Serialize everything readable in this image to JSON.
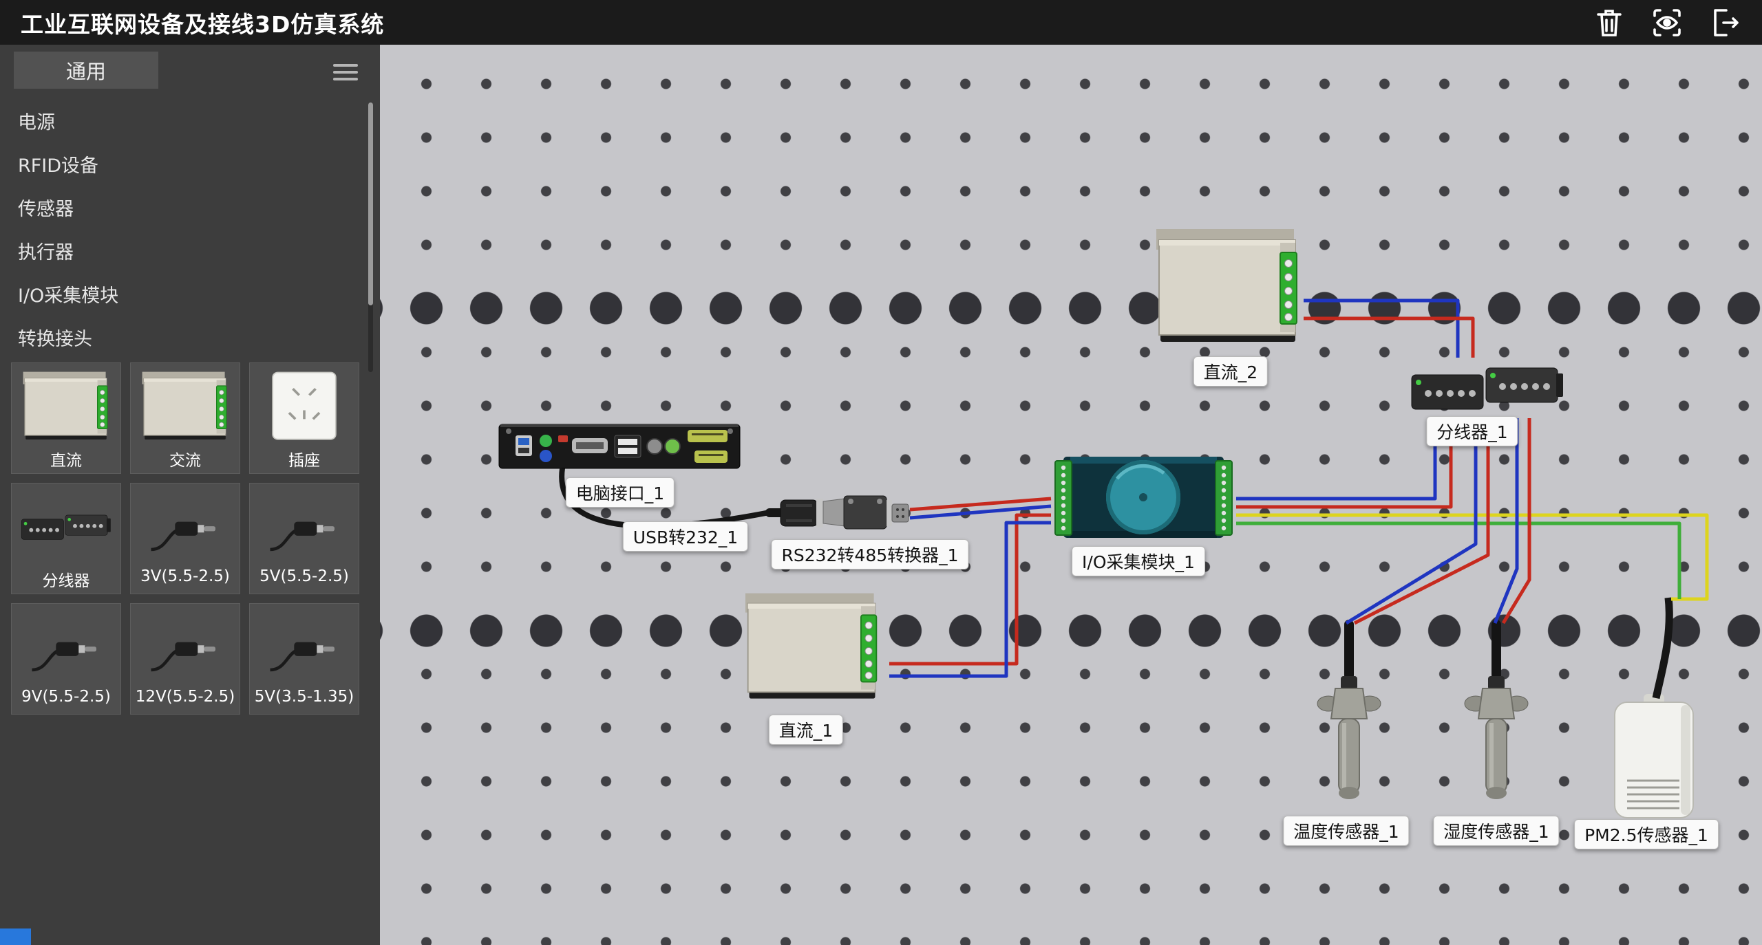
{
  "header": {
    "title": "工业互联网设备及接线3D仿真系统",
    "actions": [
      {
        "name": "delete",
        "icon": "trash-icon"
      },
      {
        "name": "view",
        "icon": "eye-icon"
      },
      {
        "name": "exit",
        "icon": "exit-icon"
      }
    ]
  },
  "sidebar": {
    "tab_label": "通用",
    "menu_items": [
      {
        "label": "电源"
      },
      {
        "label": "RFID设备"
      },
      {
        "label": "传感器"
      },
      {
        "label": "执行器"
      },
      {
        "label": "I/O采集模块"
      },
      {
        "label": "转换接头"
      }
    ],
    "cards": [
      {
        "label": "直流",
        "icon": "dc-power-icon"
      },
      {
        "label": "交流",
        "icon": "ac-power-icon"
      },
      {
        "label": "插座",
        "icon": "socket-icon"
      },
      {
        "label": "分线器",
        "icon": "splitter-icon"
      },
      {
        "label": "3V(5.5-2.5)",
        "icon": "adapter-plug-icon"
      },
      {
        "label": "5V(5.5-2.5)",
        "icon": "adapter-plug-icon"
      },
      {
        "label": "9V(5.5-2.5)",
        "icon": "adapter-plug-icon"
      },
      {
        "label": "12V(5.5-2.5)",
        "icon": "adapter-plug-icon"
      },
      {
        "label": "5V(3.5-1.35)",
        "icon": "adapter-plug-icon"
      }
    ]
  },
  "canvas": {
    "device_labels": {
      "dc2": "直流_2",
      "pc_interface": "电脑接口_1",
      "usb232": "USB转232_1",
      "rs232_485": "RS232转485转换器_1",
      "io_module": "I/O采集模块_1",
      "dc1": "直流_1",
      "splitter": "分线器_1",
      "temp_sensor": "温度传感器_1",
      "humidity_sensor": "湿度传感器_1",
      "pm25_sensor": "PM2.5传感器_1"
    },
    "wire_colors": {
      "red": "#c62a1e",
      "blue": "#1f35c0",
      "green": "#3fae3a",
      "yellow": "#ddd41e",
      "black": "#161616"
    }
  }
}
